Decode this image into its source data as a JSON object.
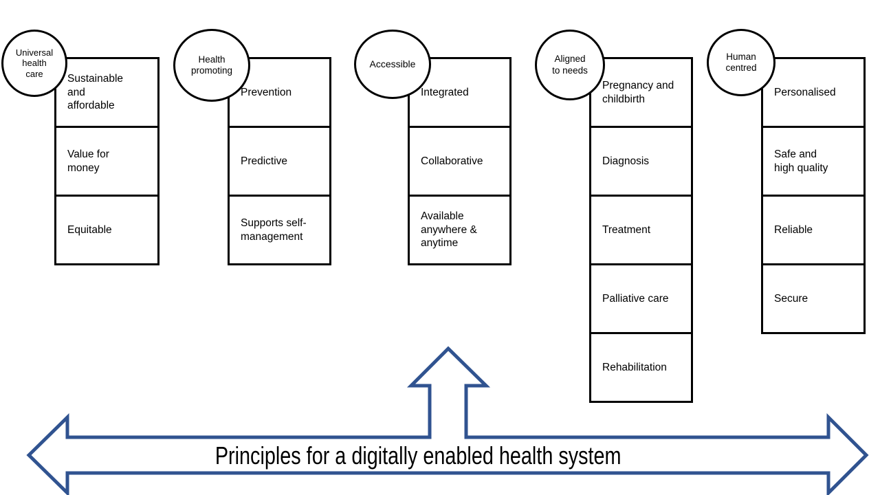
{
  "diagram": {
    "columns": [
      {
        "circle": "Universal\nhealth\ncare",
        "boxes": [
          "Sustainable\nand\naffordable",
          "Value for\nmoney",
          "Equitable"
        ]
      },
      {
        "circle": "Health\npromoting",
        "boxes": [
          "Prevention",
          "Predictive",
          "Supports self-\nmanagement"
        ]
      },
      {
        "circle": "Accessible",
        "boxes": [
          "Integrated",
          "Collaborative",
          "Available\nanywhere &\nanytime"
        ]
      },
      {
        "circle": "Aligned\nto needs",
        "boxes": [
          "Pregnancy and\nchildbirth",
          "Diagnosis",
          "Treatment",
          "Palliative care",
          "Rehabilitation"
        ]
      },
      {
        "circle": "Human\ncentred",
        "boxes": [
          "Personalised",
          "Safe and\nhigh quality",
          "Reliable",
          "Secure"
        ]
      }
    ],
    "banner": {
      "label": "Principles for a digitally enabled health system"
    },
    "colors": {
      "arrow_outline": "#305390",
      "box_border": "#000000",
      "text": "#000000",
      "background": "#ffffff"
    }
  }
}
